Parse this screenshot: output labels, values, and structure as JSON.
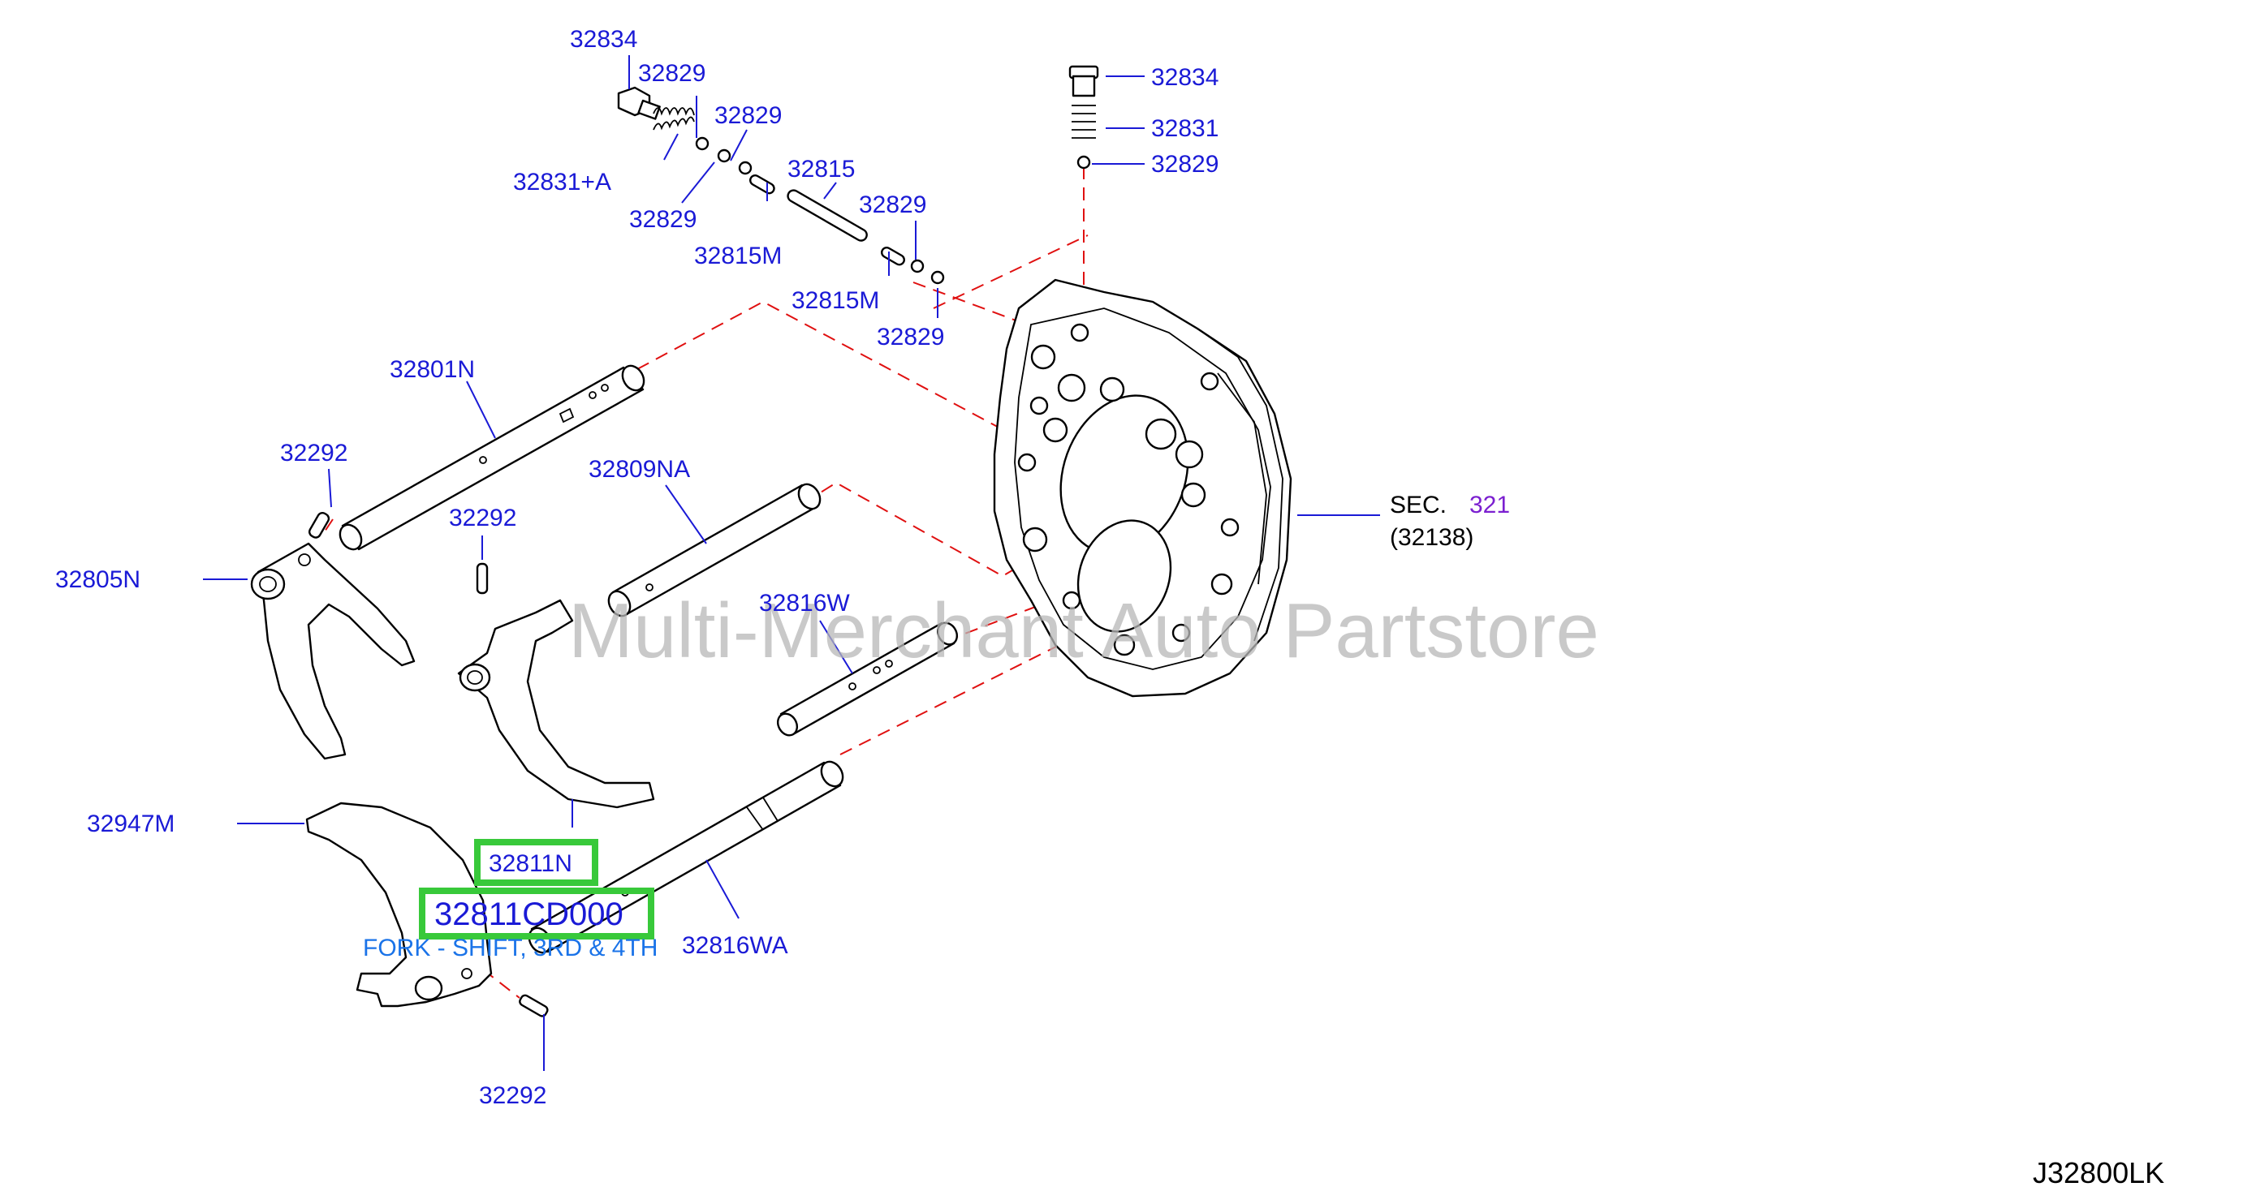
{
  "labels": {
    "l_32834_a": "32834",
    "l_32829_a": "32829",
    "l_32829_b": "32829",
    "l_32831A": "32831+A",
    "l_32829_c": "32829",
    "l_32815": "32815",
    "l_32829_d": "32829",
    "l_32815M_a": "32815M",
    "l_32815M_b": "32815M",
    "l_32829_e": "32829",
    "l_32834_b": "32834",
    "l_32831": "32831",
    "l_32829_f": "32829",
    "l_32801N": "32801N",
    "l_32292_a": "32292",
    "l_32292_b": "32292",
    "l_32809NA": "32809NA",
    "l_32805N": "32805N",
    "l_32816W": "32816W",
    "l_32947M": "32947M",
    "l_32811N": "32811N",
    "l_32811CD000": "32811CD000",
    "l_32816WA": "32816WA",
    "l_32292_c": "32292",
    "sec_prefix": "SEC.",
    "sec_num": "321",
    "sec_sub": "(32138)"
  },
  "highlight": {
    "part_number": "32811CD000",
    "description": "FORK - SHIFT, 3RD & 4TH"
  },
  "watermark": "Multi-Merchant Auto Partstore",
  "diagram_code": "J32800LK",
  "colors": {
    "label": "#1a1ad6",
    "reference": "#7b1fd0",
    "highlight_box": "#38c93a",
    "dashed_line": "#e01010",
    "description": "#1a73e8"
  }
}
